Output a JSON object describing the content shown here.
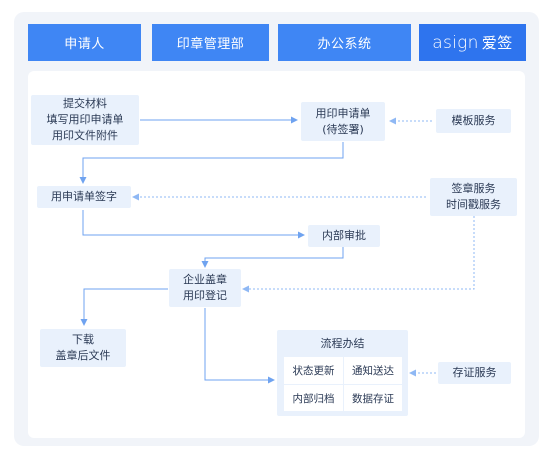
{
  "header": {
    "cols": [
      {
        "label": "申请人"
      },
      {
        "label": "印章管理部"
      },
      {
        "label": "办公系统"
      }
    ],
    "brand": {
      "latin": "asign",
      "cjk": "爱签"
    }
  },
  "nodes": {
    "submit": {
      "lines": [
        "提交材料",
        "填写用印申请单",
        "用印文件附件"
      ]
    },
    "seal_request": {
      "lines": [
        "用印申请单",
        "(待签署)"
      ]
    },
    "template_service": {
      "lines": [
        "模板服务"
      ]
    },
    "request_sign": {
      "lines": [
        "用申请单签字"
      ]
    },
    "sign_service": {
      "lines": [
        "签章服务",
        "时间戳服务"
      ]
    },
    "internal_review": {
      "lines": [
        "内部审批"
      ]
    },
    "enterprise_seal": {
      "lines": [
        "企业盖章",
        "用印登记"
      ]
    },
    "download": {
      "lines": [
        "下载",
        "盖章后文件"
      ]
    },
    "process_complete": {
      "title": "流程办结",
      "cells": [
        "状态更新",
        "通知送达",
        "内部归档",
        "数据存证"
      ]
    },
    "evidence_service": {
      "lines": [
        "存证服务"
      ]
    }
  },
  "colors": {
    "header": "#3f86f4",
    "brand": "#2e74ee",
    "node": "#e9f1fc",
    "solid_line": "#6fa3f0",
    "dashed_line": "#8fb8f4",
    "text": "#2b3a55"
  }
}
